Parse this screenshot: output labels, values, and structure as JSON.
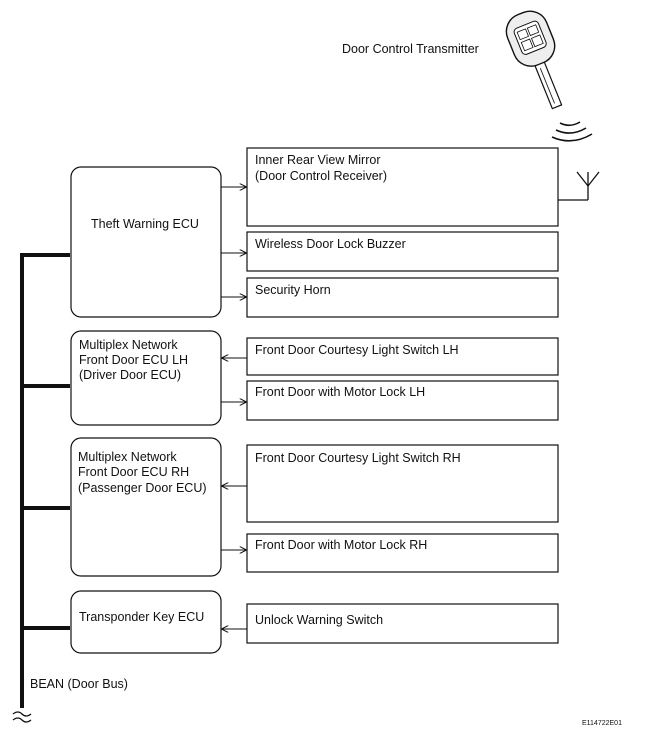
{
  "transmitter": {
    "label": "Door Control Transmitter"
  },
  "ecus": {
    "theft": [
      "Theft Warning ECU"
    ],
    "front_lh": [
      "Multiplex Network",
      "Front Door ECU LH",
      "(Driver Door ECU)"
    ],
    "front_rh": [
      "Multiplex Network",
      "Front Door ECU RH",
      "(Passenger Door ECU)"
    ],
    "transponder": [
      "Transponder Key ECU"
    ]
  },
  "components": {
    "mirror": [
      "Inner Rear View Mirror",
      "(Door Control Receiver)"
    ],
    "buzzer": [
      "Wireless Door Lock Buzzer"
    ],
    "horn": [
      "Security Horn"
    ],
    "courtesy_lh": [
      "Front Door Courtesy Light Switch LH"
    ],
    "motor_lh": [
      "Front Door with Motor Lock LH"
    ],
    "courtesy_rh": [
      "Front Door Courtesy Light Switch RH"
    ],
    "motor_rh": [
      "Front Door with Motor Lock RH"
    ],
    "unlock": [
      "Unlock Warning Switch"
    ]
  },
  "bus": {
    "label": "BEAN (Door Bus)"
  },
  "figure_code": "E114722E01"
}
